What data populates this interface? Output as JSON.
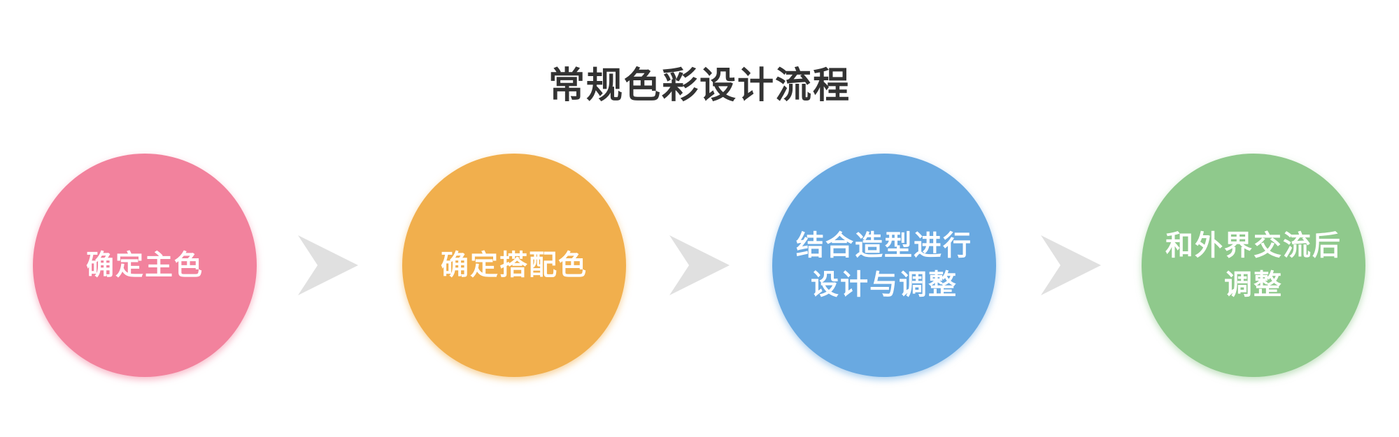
{
  "title": "常规色彩设计流程",
  "steps": [
    {
      "lines": [
        "确定主色"
      ],
      "color": "#f2829d"
    },
    {
      "lines": [
        "确定搭配色"
      ],
      "color": "#f1af4d"
    },
    {
      "lines": [
        "结合造型进行",
        "设计与调整"
      ],
      "color": "#69a9e1"
    },
    {
      "lines": [
        "和外界交流后",
        "调整"
      ],
      "color": "#8fc98c"
    }
  ],
  "arrow_color": "#e0e0e0",
  "arrow_icon": "chevron-arrow-right-icon"
}
